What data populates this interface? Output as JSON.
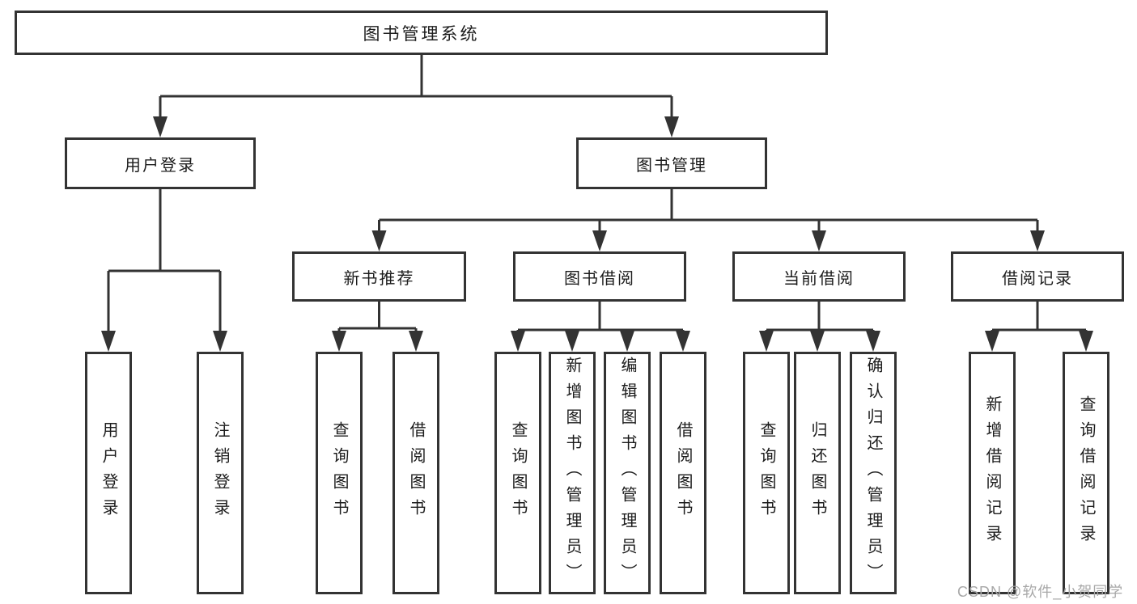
{
  "diagram": {
    "root": {
      "label": "图书管理系统"
    },
    "level2": [
      {
        "label": "用户登录"
      },
      {
        "label": "图书管理"
      }
    ],
    "level3": [
      {
        "label": "新书推荐"
      },
      {
        "label": "图书借阅"
      },
      {
        "label": "当前借阅"
      },
      {
        "label": "借阅记录"
      }
    ],
    "leaves": [
      {
        "label": "用户登录"
      },
      {
        "label": "注销登录"
      },
      {
        "label": "查询图书"
      },
      {
        "label": "借阅图书"
      },
      {
        "label": "查询图书"
      },
      {
        "label": "新增图书（管理员）"
      },
      {
        "label": "编辑图书（管理员）"
      },
      {
        "label": "借阅图书"
      },
      {
        "label": "查询图书"
      },
      {
        "label": "归还图书"
      },
      {
        "label": "确认归还（管理员）"
      },
      {
        "label": "新增借阅记录"
      },
      {
        "label": "查询借阅记录"
      }
    ],
    "watermark": {
      "label": "CSDN @软件_小贺同学"
    },
    "colors": {
      "line": "#333333",
      "text": "#1c1c1c",
      "watermark": "#a8a8a8",
      "box_background": "#ffffff"
    }
  }
}
